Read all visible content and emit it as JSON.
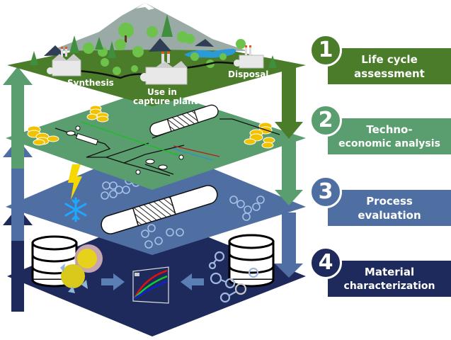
{
  "colors": {
    "lca": "#4a7c2a",
    "tea": "#5a9e6f",
    "process": "#4f6fa3",
    "material": "#1f2a5c",
    "mountain": "#9aaaa6",
    "water": "#2a9bd6",
    "coin": "#f2c200"
  },
  "steps": [
    {
      "number": "1",
      "line1": "Life cycle",
      "line2": "assessment"
    },
    {
      "number": "2",
      "line1": "Techno-",
      "line2": "economic analysis"
    },
    {
      "number": "3",
      "line1": "Process",
      "line2": "evaluation"
    },
    {
      "number": "4",
      "line1": "Material",
      "line2": "characterization"
    }
  ],
  "lca_layer": {
    "synthesis": "Synthesis",
    "use_line1": "Use in",
    "use_line2": "capture plant",
    "disposal": "Disposal"
  },
  "icons": {
    "factory": "factory-icon",
    "tree": "tree-icon",
    "coins": "coin-stack-icon",
    "lightning": "lightning-icon",
    "snowflake": "snowflake-icon",
    "database": "database-icon",
    "molecule": "molecule-icon",
    "chart": "isotherm-chart-icon"
  }
}
